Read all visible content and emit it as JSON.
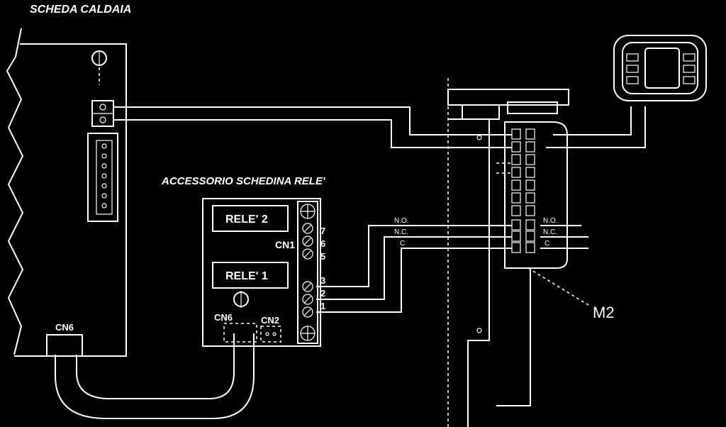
{
  "labels": {
    "board_title": "SCHEDA CALDAIA",
    "accessory_title": "ACCESSORIO SCHEDINA RELE'",
    "rele2": "RELE' 2",
    "rele1": "RELE' 1",
    "cn1": "CN1",
    "cn6_board": "CN6",
    "cn6_accessory": "CN6",
    "cn2": "CN2",
    "m2": "M2",
    "pin7": "7",
    "pin6": "6",
    "pin5": "5",
    "pin3": "3",
    "pin2": "2",
    "pin1": "1",
    "no_left": "N.O.",
    "nc_left": "N.C.",
    "c_left": "C",
    "no_right": "N.O.",
    "nc_right": "N.C.",
    "c_right": "C"
  },
  "colors": {
    "background": "#000000",
    "line": "#ffffff"
  }
}
